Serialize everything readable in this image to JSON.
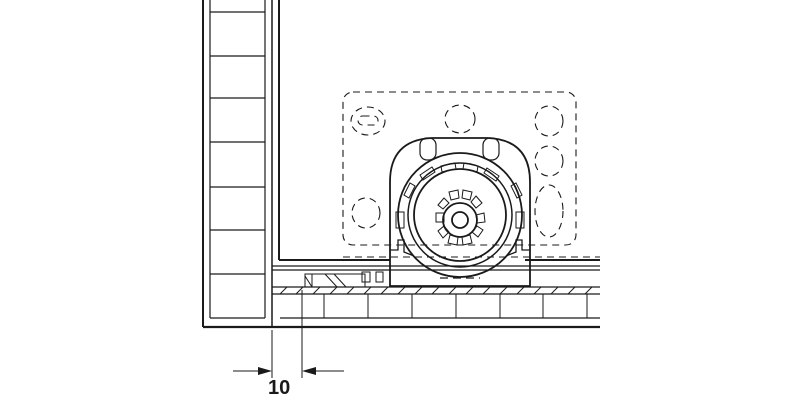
{
  "diagram": {
    "type": "technical-drawing",
    "subject": "corner roller fitting section view",
    "dimension": {
      "value": "10",
      "arrows": "inward"
    },
    "colors": {
      "line": "#1a1a1a",
      "background": "#ffffff"
    }
  }
}
